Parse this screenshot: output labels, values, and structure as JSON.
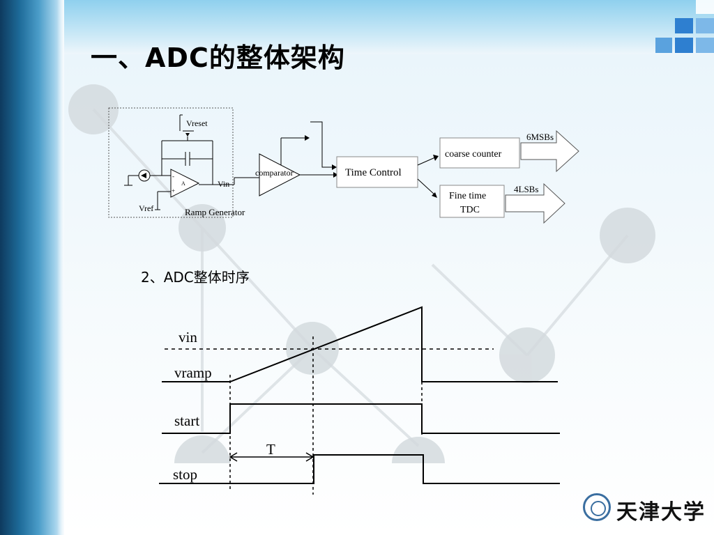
{
  "slide": {
    "title": "一、ADC的整体架构",
    "subtitle": "2、ADC整体时序"
  },
  "block_diagram": {
    "ramp_generator": {
      "label": "Ramp Generator",
      "vreset": "Vreset",
      "vref": "Vref",
      "vin": "Vin",
      "amp_label": "A",
      "minus": "-",
      "plus": "+"
    },
    "comparator": "comparator",
    "time_control": "Time Control",
    "coarse_counter": "coarse counter",
    "fine_time_tdc": [
      "Fine time",
      "TDC"
    ],
    "msbs": "6MSBs",
    "lsbs": "4LSBs"
  },
  "timing_diagram": {
    "signals": [
      "vin",
      "vramp",
      "start",
      "stop"
    ],
    "interval": "T"
  },
  "logo": {
    "text": "天津大学"
  },
  "colors": {
    "accent_blue": "#1d6a98",
    "square_dark": "#2e7fd0",
    "square_light": "#7db8e8"
  }
}
